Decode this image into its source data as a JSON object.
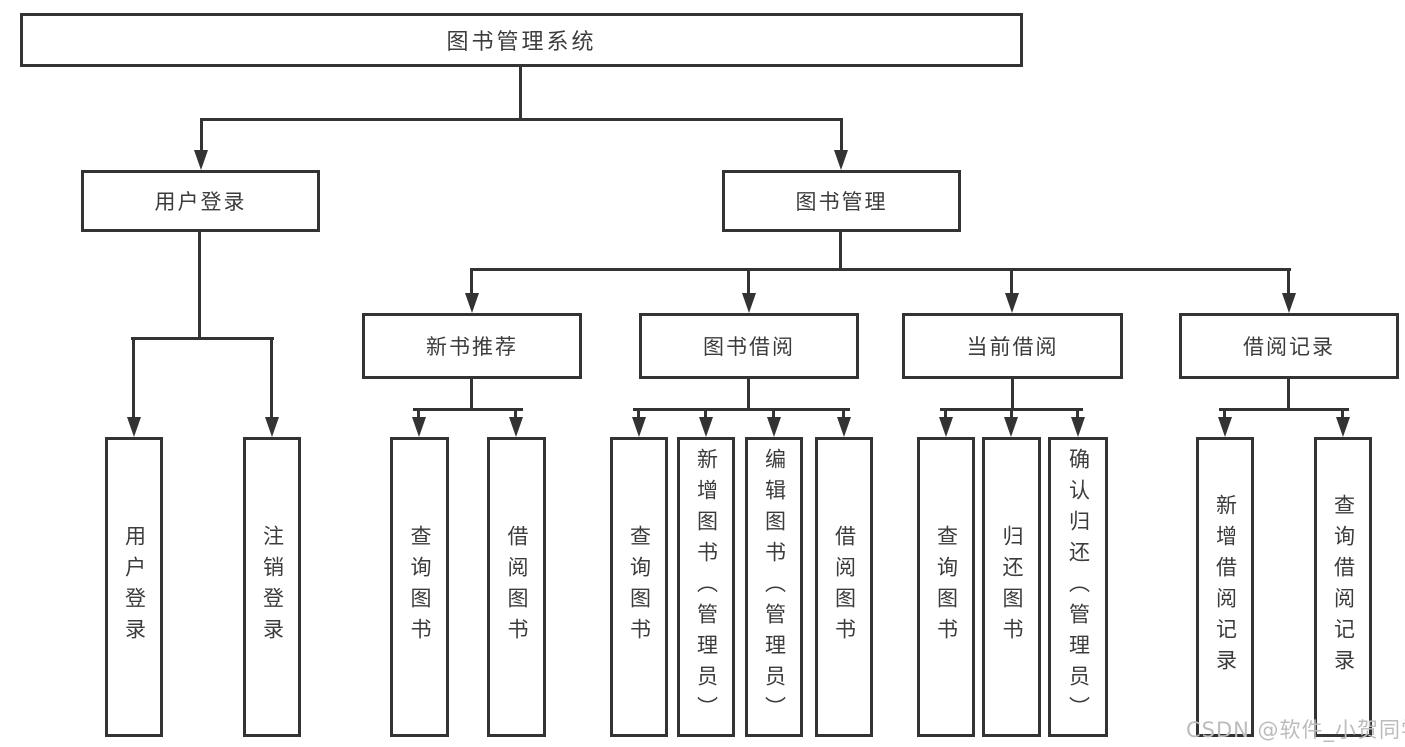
{
  "diagram": {
    "type": "hierarchy-tree",
    "background": "#ffffff",
    "line_color": "#333333",
    "text_color": "#3c3c3c",
    "watermark_color": "#bcbcbc"
  },
  "tree": {
    "label": "图书管理系统",
    "children": [
      {
        "label": "用户登录",
        "children": [
          {
            "label": "用户登录"
          },
          {
            "label": "注销登录"
          }
        ]
      },
      {
        "label": "图书管理",
        "children": [
          {
            "label": "新书推荐",
            "children": [
              {
                "label": "查询图书"
              },
              {
                "label": "借阅图书"
              }
            ]
          },
          {
            "label": "图书借阅",
            "children": [
              {
                "label": "查询图书"
              },
              {
                "label": "新增图书（管理员）"
              },
              {
                "label": "编辑图书（管理员）"
              },
              {
                "label": "借阅图书"
              }
            ]
          },
          {
            "label": "当前借阅",
            "children": [
              {
                "label": "查询图书"
              },
              {
                "label": "归还图书"
              },
              {
                "label": "确认归还（管理员）"
              }
            ]
          },
          {
            "label": "借阅记录",
            "children": [
              {
                "label": "新增借阅记录"
              },
              {
                "label": "查询借阅记录"
              }
            ]
          }
        ]
      }
    ]
  },
  "watermark": {
    "text": "CSDN @软件_小贺同学"
  }
}
